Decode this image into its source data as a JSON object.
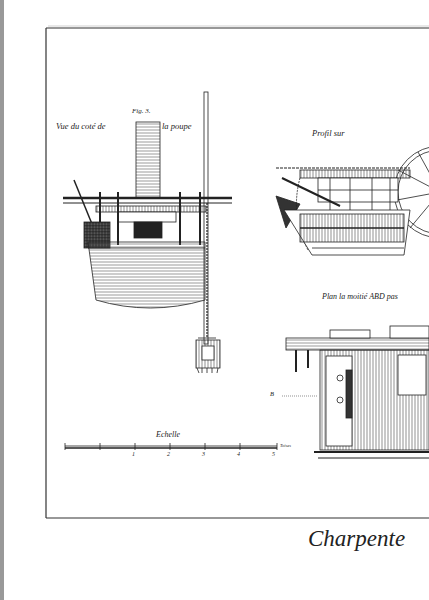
{
  "diagram": {
    "labels": [
      "Fig. 3.",
      "Vue du coté de",
      "la poupe",
      "Profil sur",
      "Plan la moitié ABD pas",
      "B",
      "Echelle",
      "1",
      "2",
      "3",
      "4",
      "5",
      "Toises",
      "Charpente"
    ]
  }
}
